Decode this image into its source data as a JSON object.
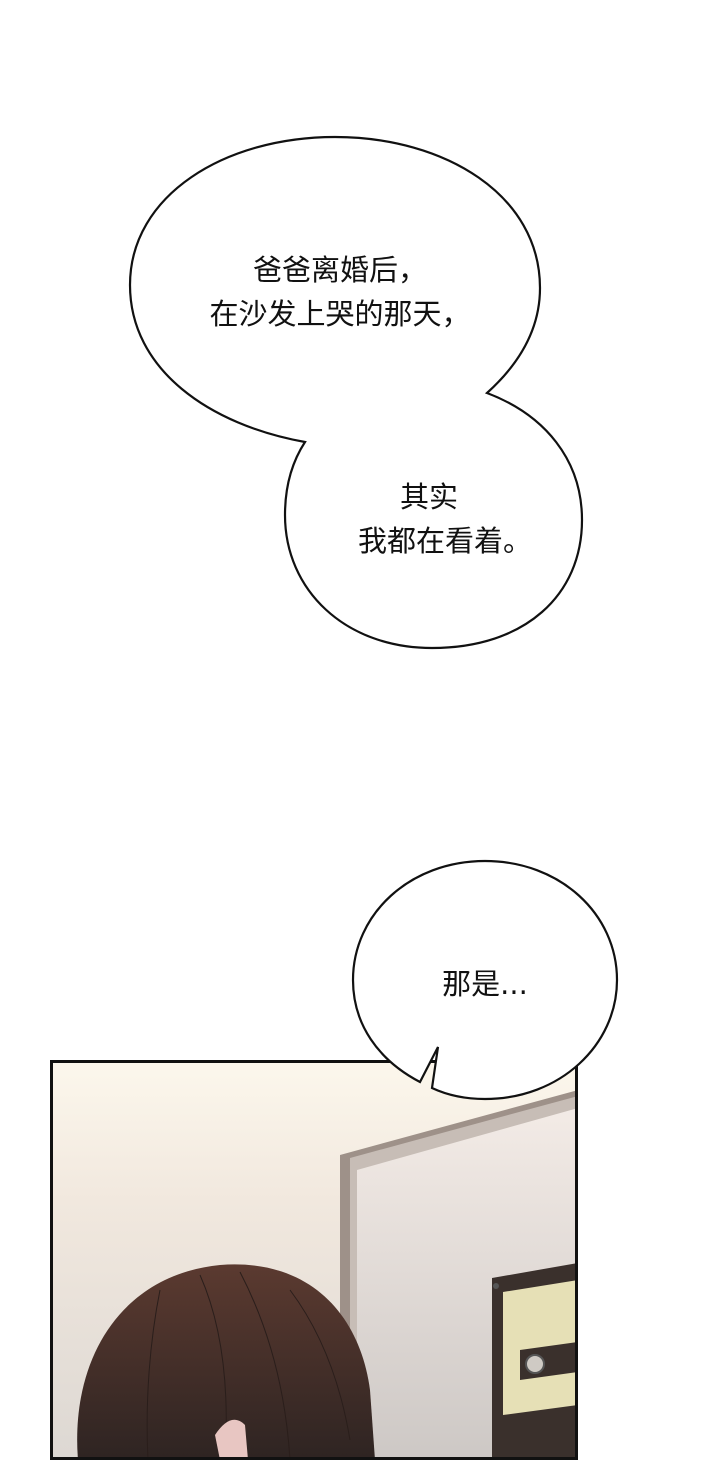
{
  "page": {
    "type": "webcomic-panel",
    "background": "#ffffff"
  },
  "bubbles": [
    {
      "id": "bubble-1",
      "lines": [
        "爸爸离婚后，",
        "在沙发上哭的那天，"
      ]
    },
    {
      "id": "bubble-2",
      "lines": [
        "其实",
        "我都在看着。"
      ]
    },
    {
      "id": "bubble-3",
      "lines": [
        "那是..."
      ]
    }
  ],
  "panel": {
    "description": "Brown-haired character seen from behind near a doorway, cassette tape on wall",
    "colors": {
      "wall_top": "#fbf5ea",
      "wall_bottom": "#d8d3cf",
      "door_frame": "#9a8e84",
      "hair": "#4a3029",
      "cassette_body": "#3a302c",
      "cassette_label": "#e8e2b8"
    }
  }
}
